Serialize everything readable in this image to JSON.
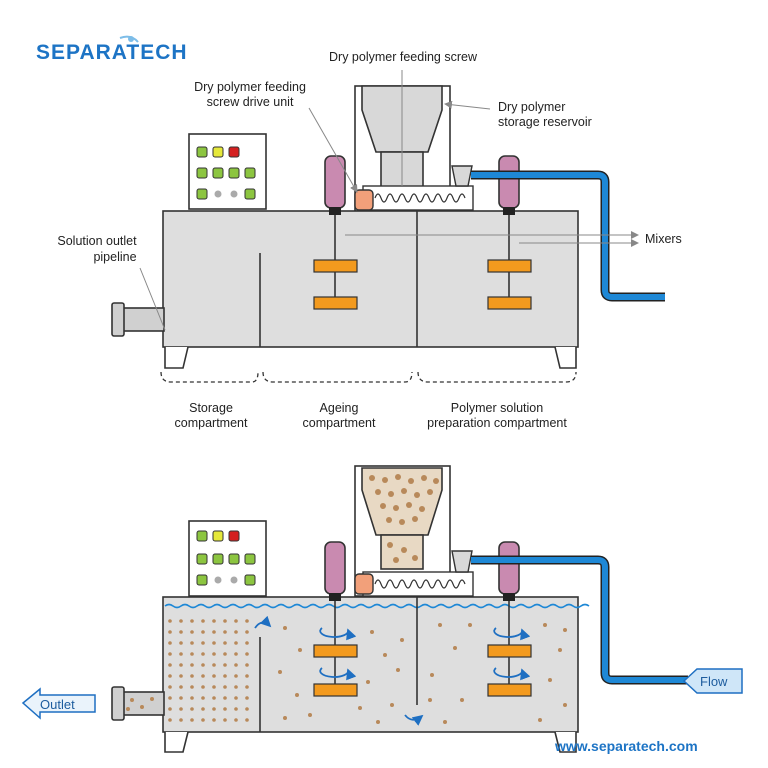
{
  "logo": {
    "text": "SEPARATECH"
  },
  "labels": {
    "feeding_screw": "Dry polymer feeding screw",
    "drive_unit_line1": "Dry polymer feeding",
    "drive_unit_line2": "screw drive unit",
    "reservoir_line1": "Dry polymer",
    "reservoir_line2": "storage reservoir",
    "outlet_line1": "Solution outlet",
    "outlet_line2": "pipeline",
    "mixers": "Mixers",
    "storage_line1": "Storage",
    "storage_line2": "compartment",
    "ageing_line1": "Ageing",
    "ageing_line2": "compartment",
    "prep_line1": "Polymer solution",
    "prep_line2": "preparation compartment"
  },
  "flow": {
    "outlet": "Outlet",
    "inlet": "Flow"
  },
  "website": "www.separatech.com",
  "colors": {
    "tank": "#dedede",
    "outline": "#333333",
    "blue_pipe": "#1e88d6",
    "paddle": "#f39a1e",
    "motor": "#c98ab0",
    "screw_drive": "#f2a07a",
    "brand": "#1d74c5",
    "particle": "#b8895a"
  }
}
